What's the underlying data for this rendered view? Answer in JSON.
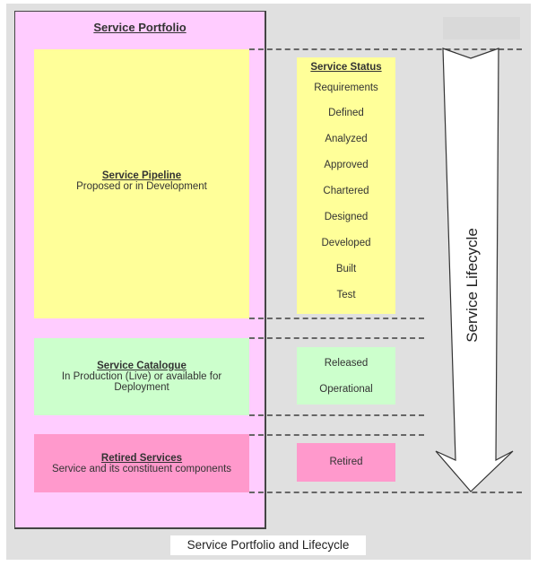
{
  "diagram": {
    "caption": "Service Portfolio and Lifecycle",
    "portfolio": {
      "title": "Service Portfolio",
      "sections": [
        {
          "title": "Service Pipeline",
          "subtitle": "Proposed or in Development",
          "color": "#ffff99"
        },
        {
          "title": "Service Catalogue",
          "subtitle": "In Production (Live) or available for Deployment",
          "color": "#ccffcc"
        },
        {
          "title": "Retired Services",
          "subtitle": "Service and its constituent components",
          "color": "#ff99cc"
        }
      ]
    },
    "status": {
      "header": "Service Status",
      "pipeline_items": [
        "Requirements",
        "Defined",
        "Analyzed",
        "Approved",
        "Chartered",
        "Designed",
        "Developed",
        "Built",
        "Test"
      ],
      "catalogue_items": [
        "Released",
        "Operational"
      ],
      "retired_items": [
        "Retired"
      ]
    },
    "lifecycle_arrow": {
      "label": "Service Lifecycle",
      "direction": "down"
    },
    "colors": {
      "portfolio_bg": "#ffccff",
      "pipeline": "#ffff99",
      "catalogue": "#ccffcc",
      "retired": "#ff99cc",
      "background": "#e0e0e0"
    }
  }
}
